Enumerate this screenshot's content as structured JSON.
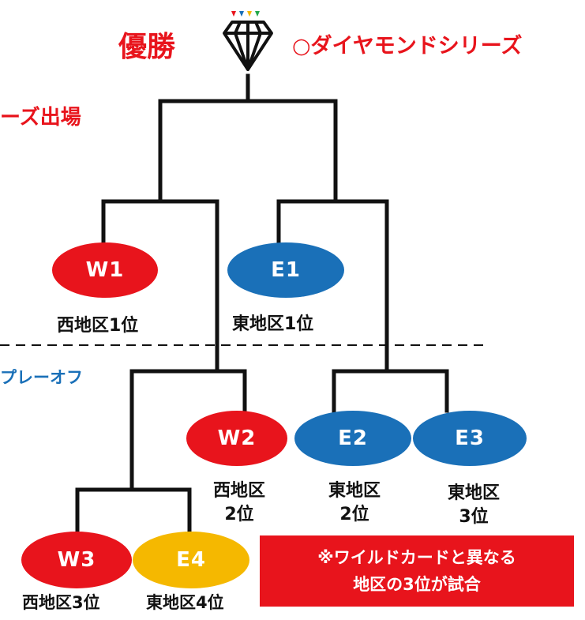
{
  "header": {
    "champion_label": "優勝",
    "series_name": "○ダイヤモンドシリーズ",
    "left_section_label": "ーズ出場",
    "playoff_label": "プレーオフ"
  },
  "teams": {
    "w1": "W1",
    "e1": "E1",
    "w2": "W2",
    "e2": "E2",
    "e3": "E3",
    "w3": "W3",
    "e4": "E4"
  },
  "labels": {
    "w1": "西地区1位",
    "e1": "東地区1位",
    "w2_line1": "西地区",
    "w2_line2": "2位",
    "e2_line1": "東地区",
    "e2_line2": "2位",
    "e3_line1": "東地区",
    "e3_line2": "3位",
    "w3": "西地区3位",
    "e4": "東地区4位"
  },
  "note": {
    "line1": "※ワイルドカードと異なる",
    "line2": "地区の3位が試合"
  },
  "colors": {
    "west": "#e8141c",
    "east": "#1a70b8",
    "wildcard": "#f5b800",
    "note_bg": "#e8141c"
  },
  "icons": {
    "trophy": "diamond-icon"
  }
}
